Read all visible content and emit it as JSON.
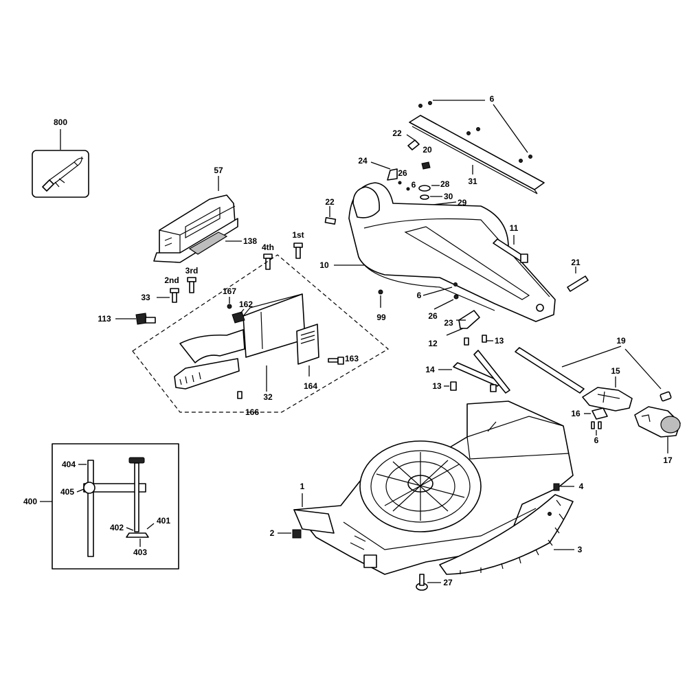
{
  "labels": {
    "p800": "800",
    "p57": "57",
    "p138": "138",
    "p1st": "1st",
    "p4th": "4th",
    "p3rd": "3rd",
    "p2nd": "2nd",
    "p33": "33",
    "p113": "113",
    "p167": "167",
    "p162": "162",
    "p32": "32",
    "p164": "164",
    "p163": "163",
    "p166": "166",
    "p6a": "6",
    "p22a": "22",
    "p20": "20",
    "p24": "24",
    "p26a": "26",
    "p6b": "6",
    "p28": "28",
    "p30": "30",
    "p29": "29",
    "p31": "31",
    "p22b": "22",
    "p10": "10",
    "p11": "11",
    "p21": "21",
    "p6c": "6",
    "p99": "99",
    "p26b": "26",
    "p23": "23",
    "p12": "12",
    "p13a": "13",
    "p19": "19",
    "p14": "14",
    "p13b": "13",
    "p15": "15",
    "p16": "16",
    "p6d": "6",
    "p17": "17",
    "p400": "400",
    "p404": "404",
    "p405": "405",
    "p402": "402",
    "p401": "401",
    "p403": "403",
    "p1": "1",
    "p2": "2",
    "p4": "4",
    "p3": "3",
    "p27": "27"
  }
}
